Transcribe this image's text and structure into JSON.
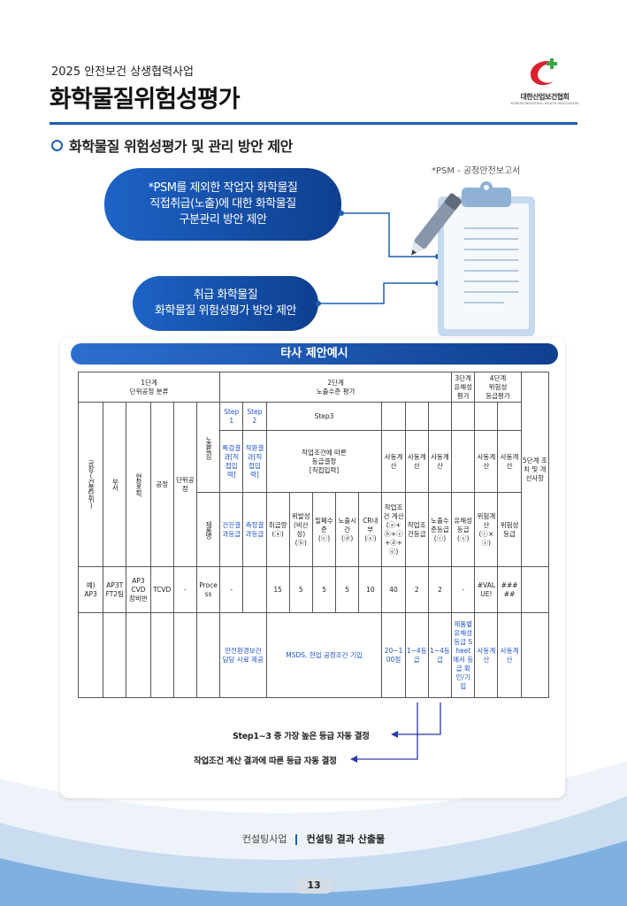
{
  "header": {
    "kicker": "2025 안전보건 상생협력사업",
    "title": "화학물질위험성평가",
    "logo_name": "대한산업보건협회",
    "logo_sub": "KOREAN INDUSTRIAL HEALTH ASSOCIATION"
  },
  "section": {
    "heading": "화학물질 위험성평가 및 관리 방안 제안",
    "psm_note": "*PSM - 공정안전보고서"
  },
  "pills": {
    "p1": [
      "*PSM를 제외한 작업자 화학물질",
      "직접취급(노출)에 대한 화학물질",
      "구분관리 방안 제안"
    ],
    "p2": [
      "취급 화학물질",
      "화학물질 위험성평가 방안 제안"
    ]
  },
  "banner": "타사 제안예시",
  "table": {
    "h1": "1단계\n단위공정 분류",
    "h2": "2단계\n노출수준 평가",
    "h3": "3단계\n유해성\n평가",
    "h4": "4단계\n위험성\n등급평가",
    "c_factory": "공장(건물단위)",
    "c_dept": "부서",
    "c_site": "현장조직",
    "c_process": "공정",
    "c_unit": "단위공정",
    "c_exposure": "노출특징",
    "c_step5": "5단계 조치 및 개선사항",
    "step1": "Step 1",
    "step2": "Step 2",
    "step3": "Step3",
    "special": "특검결과[직접입력]",
    "work": "작환결과[직접입력]",
    "cond": "작업조건에 따른\n등급결정\n[직접입력]",
    "auto": "사동계산",
    "product": "제품명",
    "health": "건진결과등급",
    "measure": "측정결과등급",
    "amount": "취급량\n(ⓐ)",
    "volatile": "위발성(비산성)\n(ⓑ)",
    "sealed": "밀폐수준\n(ⓒ)",
    "exptime": "노출시간\n(ⓓ)",
    "cr": "CR내부\n(ⓔ)",
    "calc": "작업조건 계산\n(ⓐ+ⓑ+ⓒ+ⓓ+ⓔ)",
    "workgrade": "작업조건등급",
    "expgrade": "노출수준등급\n(ⓡ)",
    "hazgrade": "유해성등급\n(ⓢ)",
    "riskcalc": "위험계산\n(ⓡ×ⓢ)",
    "riskgrade": "위험성등급",
    "row": {
      "factory": "예)\nAP3",
      "dept": "AP3T\nFT2팀",
      "site": "AP3\nCVD\n장비반",
      "process": "TCVD",
      "unit": "-",
      "exposure": "Process",
      "step1": "-",
      "amount": "15",
      "volatile": "5",
      "sealed": "5",
      "exptime": "5",
      "cr": "10",
      "calc": "40",
      "workgrade": "2",
      "expgrade": "2",
      "hazgrade": "-",
      "riskcalc": "#VALUE!",
      "riskgrade": "#####"
    },
    "note_health": "안전환경보건 담당 사료 제공",
    "note_msds": "MSDS, 현업 공정조건 기입",
    "note_range": "20~100점",
    "note_grade1": "1~4등급",
    "note_grade2": "1~4등급",
    "note_haz": "제품별 유해성 등급 Sheet에서 등급 확인/기입",
    "note_auto1": "사동계산",
    "note_auto2": "사동계산"
  },
  "callouts": {
    "c1": "Step1~3 중 가장 높은 등급 자동 결정",
    "c2": "작업조건 계산 결과에 따른 등급 자동 결정"
  },
  "footer": {
    "left": "컨설팅사업",
    "right": "컨설팅 결과 산출물",
    "page": "13"
  },
  "colors": {
    "accent": "#1e5fb4",
    "pill": "#1559b8",
    "logo_red": "#d9232e",
    "logo_green": "#3aa845"
  }
}
